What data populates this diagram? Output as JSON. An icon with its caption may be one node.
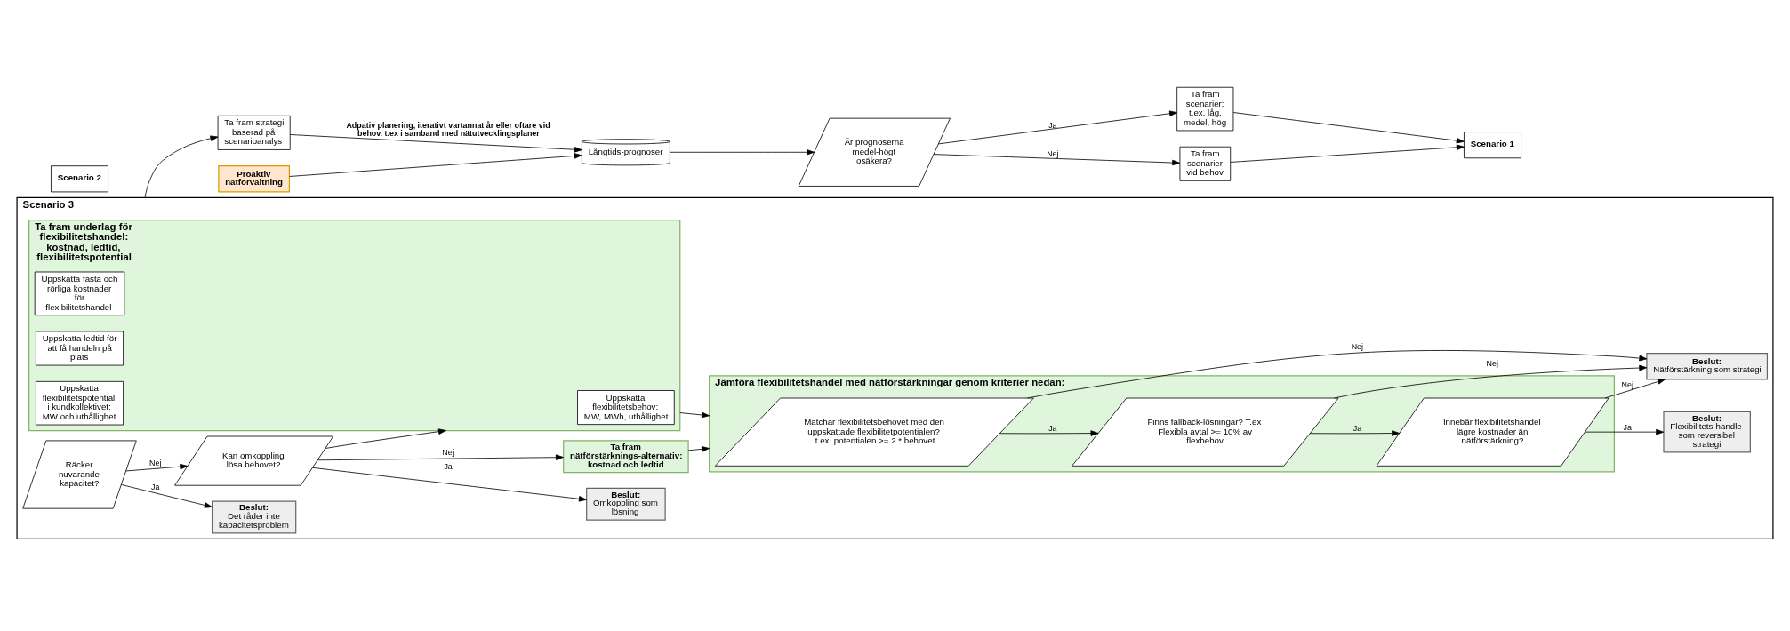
{
  "diagram": {
    "nodes": [
      {
        "text": [
          "Proaktiv nätförvaltning"
        ]
      },
      {
        "text": [
          "Långtids-prognoser"
        ]
      },
      {
        "text": [
          "Är prognoserna medel-högt osäkera?"
        ]
      },
      {
        "text": [
          "Ta fram scenarier: t.ex. låg, medel, hög"
        ]
      },
      {
        "text": [
          "Ta fram scenarier vid behov"
        ]
      },
      {
        "text": [
          "Scenario 1"
        ]
      },
      {
        "text": [
          "Scenario 2"
        ]
      },
      {
        "text": [
          "Scenario 3"
        ]
      },
      {
        "text": [
          "Räcker nuvarande kapacitet?"
        ],
        "in": 7
      },
      {
        "text": [
          "Kan omkoppling lösa behovet?"
        ],
        "in": 7
      },
      {
        "text": [
          "Ta fram nätförstärknings-alternativ: kostnad och ledtid"
        ],
        "in": 7
      },
      {
        "text": [
          "Ta fram underlag för flexibilitetshandel: kostnad, ledtid, flexibilitetspotential"
        ],
        "in": 7
      },
      {
        "text": [
          "Uppskatta flexibilitetsbehov: MW, MWh, uthållighet"
        ],
        "in": 11
      },
      {
        "text": [
          "Uppskatta fasta och rörliga kostnader för flexibilitetshandel"
        ],
        "in": 11
      },
      {
        "text": [
          "Uppskatta ledtid för att få handeln på plats"
        ],
        "in": 11
      },
      {
        "text": [
          "Uppskatta flexibilitetspotential i kundkollektivet: MW och uthållighet"
        ],
        "in": 11
      },
      {
        "text": [
          "Jämföra flexibilitetshandel med nätförstärkningar genom kriterier nedan:"
        ],
        "in": 7
      },
      {
        "text": [
          "Matchar flexibilitetsbehovet med den uppskattade flexibilitetpotentialen? t.ex. potentialen >= 2 * behovet"
        ],
        "in": 16
      },
      {
        "text": [
          "Finns fallback-lösningar? T.ex Flexibla avtal >= 10% av flexbehov"
        ],
        "in": 16
      },
      {
        "text": [
          "Innebär flexibilitetshandel lägre kostnader än nätförstärkning?"
        ],
        "in": 16
      },
      {
        "text": [
          "Beslut:",
          "Det råder inte kapacitetsproblem"
        ],
        "in": 7
      },
      {
        "text": [
          "Beslut:",
          "Omkoppling som lösning"
        ],
        "in": 7
      },
      {
        "text": [
          "Beslut:",
          "Nätförstärkning som strategi"
        ],
        "in": 7
      },
      {
        "text": [
          "Beslut:",
          "Flexibilitets-handle som reversibel strategi"
        ],
        "in": 7
      },
      {
        "text": [
          "Ta fram strategi baserad på scenarioanalys"
        ]
      }
    ],
    "edges": [
      {
        "from": 0,
        "to": 1,
        "arrow": "to"
      },
      {
        "from": 1,
        "to": 2,
        "arrow": "to"
      },
      {
        "from": 2,
        "to": 3,
        "arrow": "to",
        "label": "Ja"
      },
      {
        "from": 2,
        "to": 4,
        "arrow": "to",
        "label": "Nej"
      },
      {
        "from": 3,
        "to": 5,
        "arrow": "to"
      },
      {
        "from": 4,
        "to": 5,
        "arrow": "to"
      },
      {
        "from": 8,
        "to": 9,
        "arrow": "to",
        "label": "Nej"
      },
      {
        "from": 8,
        "to": 20,
        "arrow": "to",
        "label": "Ja"
      },
      {
        "from": 9,
        "to": 10,
        "arrow": "to",
        "label": "Nej"
      },
      {
        "from": 9,
        "to": 11,
        "arrow": "to"
      },
      {
        "from": 9,
        "to": 21,
        "arrow": "to",
        "label": "Ja"
      },
      {
        "from": 10,
        "to": 16,
        "arrow": "to"
      },
      {
        "from": 11,
        "to": 16,
        "arrow": "to"
      },
      {
        "from": 17,
        "to": 18,
        "arrow": "to",
        "label": "Ja"
      },
      {
        "from": 17,
        "to": 22,
        "arrow": "to",
        "label": "Nej"
      },
      {
        "from": 18,
        "to": 19,
        "arrow": "to",
        "label": "Ja"
      },
      {
        "from": 18,
        "to": 22,
        "arrow": "to",
        "label": "Nej"
      },
      {
        "from": 19,
        "to": 23,
        "arrow": "to",
        "label": "Ja"
      },
      {
        "from": 19,
        "to": 22,
        "arrow": "to",
        "label": "Nej"
      },
      {
        "from": 7,
        "to": 24,
        "arrow": "to"
      },
      {
        "from": 24,
        "to": 1,
        "arrow": "to",
        "label": "Adpativ planering, iterativt vartannat år eller oftare vid behov. t.ex i samband med nätutvecklingsplaner"
      }
    ]
  }
}
